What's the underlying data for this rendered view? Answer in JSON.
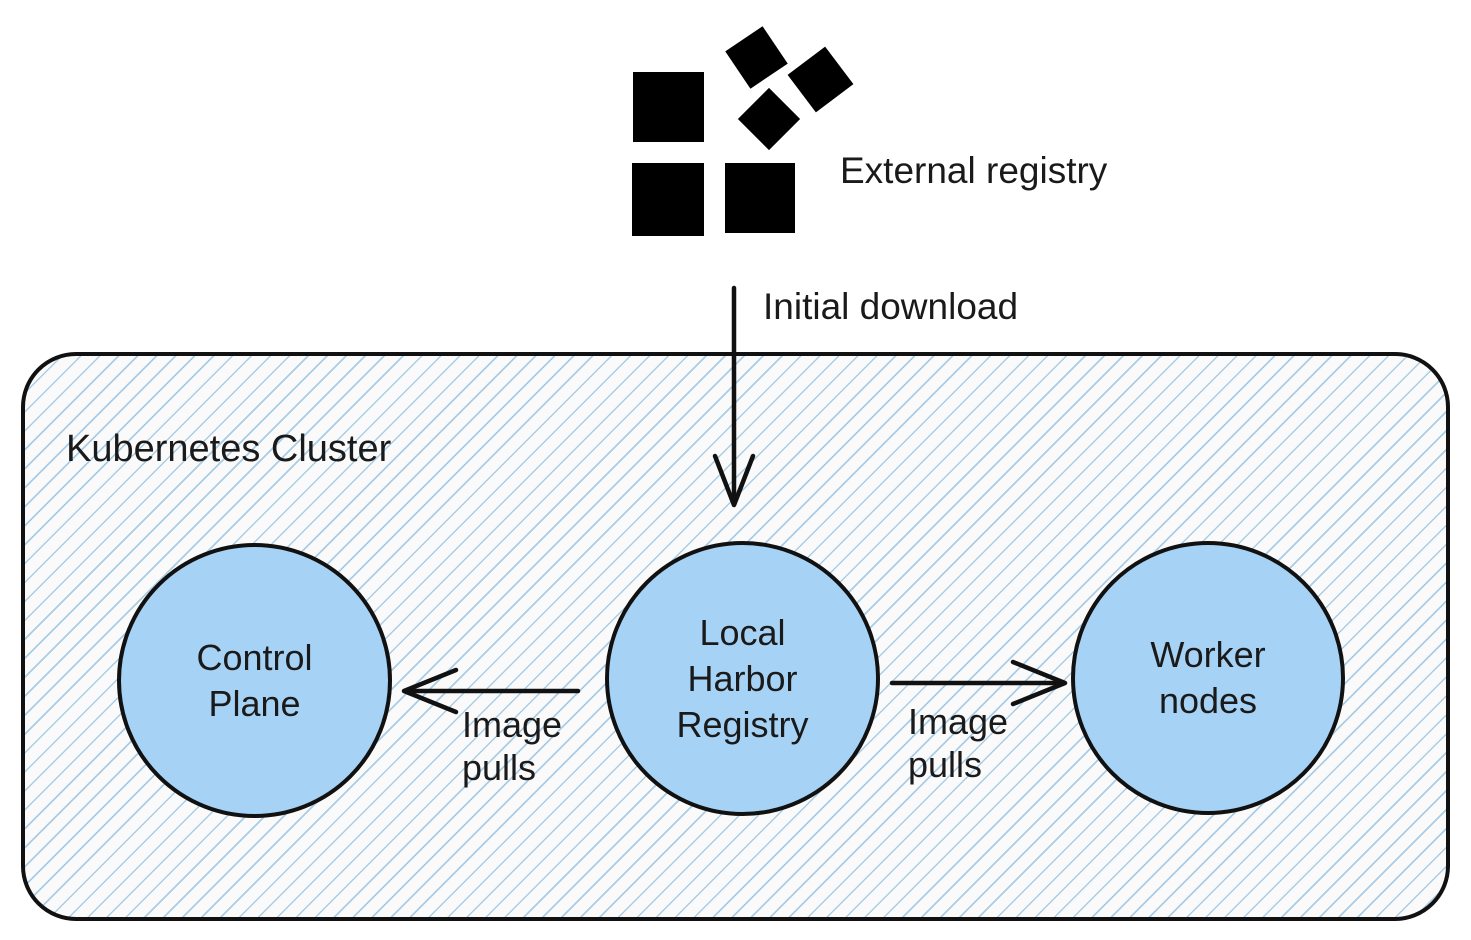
{
  "colors": {
    "background": "#ffffff",
    "cluster_fill": "#fafafa",
    "hatch_line": "#a9cde6",
    "node_fill": "#a6d2f5",
    "stroke": "#111111",
    "text": "#1a1a1a",
    "icon": "#000000"
  },
  "external_registry": {
    "icon": "container-boxes-icon",
    "label": "External registry"
  },
  "arrows": {
    "initial_download": {
      "label": "Initial download",
      "direction": "down"
    },
    "image_pulls_left": {
      "line1": "Image",
      "line2": "pulls",
      "direction": "left"
    },
    "image_pulls_right": {
      "line1": "Image",
      "line2": "pulls",
      "direction": "right"
    }
  },
  "cluster": {
    "label": "Kubernetes Cluster",
    "nodes": {
      "control_plane": {
        "line1": "Control",
        "line2": "Plane"
      },
      "local_harbor_registry": {
        "line1": "Local",
        "line2": "Harbor",
        "line3": "Registry"
      },
      "worker_nodes": {
        "line1": "Worker",
        "line2": "nodes"
      }
    }
  }
}
